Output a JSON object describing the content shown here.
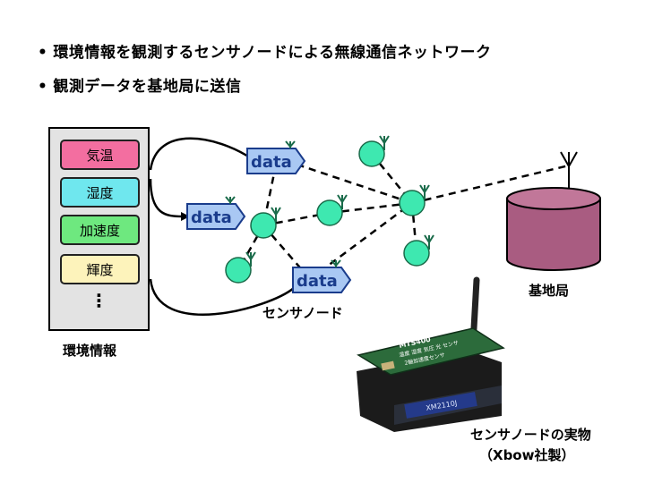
{
  "bullets": [
    "環境情報を観測するセンサノードによる無線通信ネットワーク",
    "観測データを基地局に送信"
  ],
  "bullet_marker": "•",
  "environment": {
    "items": [
      "気温",
      "湿度",
      "加速度",
      "輝度"
    ],
    "more": "⋮",
    "label": "環境情報"
  },
  "data_tag": "data",
  "node_label": "センサノード",
  "base_station_label": "基地局",
  "photo": {
    "brand_text": "MTS400",
    "line1": "温度 湿度 気圧 光 センサ",
    "line2": "2軸加速度センサ",
    "board_text": "XM2110J",
    "caption_line1": "センサノードの実物",
    "caption_line2": "（Xbow社製）"
  },
  "colors": {
    "node": "#3ee8b0",
    "tag_fill": "#a9c8f3",
    "base_station": "#a95c81",
    "env_panel": "#e3e3e3"
  }
}
